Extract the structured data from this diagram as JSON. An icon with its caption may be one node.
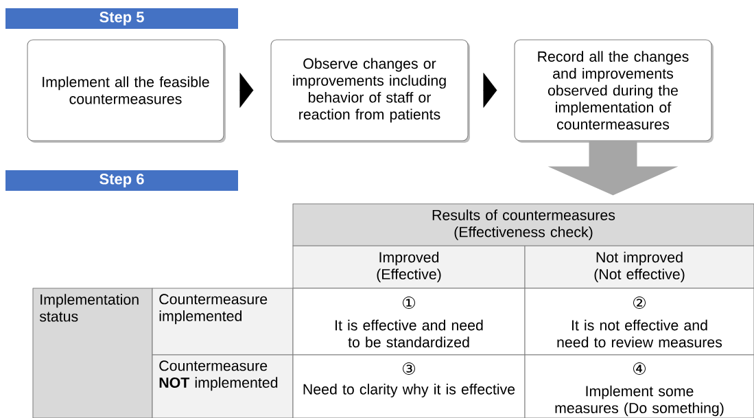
{
  "diagram": {
    "nodes": [
      {
        "text": [
          "Step 5"
        ]
      },
      {
        "text": [
          "Implement all the feasible countermeasures"
        ]
      },
      {
        "text": [
          "Observe changes or improvements including behavior of staff or reaction from patients"
        ]
      },
      {
        "text": [
          "Record all the changes and improvements observed during the implementation of countermeasures"
        ]
      },
      {
        "text": [
          "Step 6"
        ]
      },
      {
        "text": [
          "Results of countermeasures (Effectiveness check)"
        ]
      }
    ],
    "edges": [
      {
        "from": 1,
        "to": 2,
        "arrow": "to"
      },
      {
        "from": 2,
        "to": 3,
        "arrow": "to"
      },
      {
        "from": 3,
        "to": 5,
        "arrow": "to",
        "style": "thick",
        "color": "#a6a6a6"
      }
    ],
    "labels": [
      "Improved (Effective)",
      "Not improved (Not effective)",
      "Implementation status",
      "Countermeasure implemented",
      "①",
      "It is effective and need to be standardized",
      "②",
      "It is not effective and need to review measures",
      "Countermeasure **NOT** implemented",
      "③",
      "Need to clarity why it is effective",
      "④",
      "Implement some measures (Do something)"
    ]
  }
}
